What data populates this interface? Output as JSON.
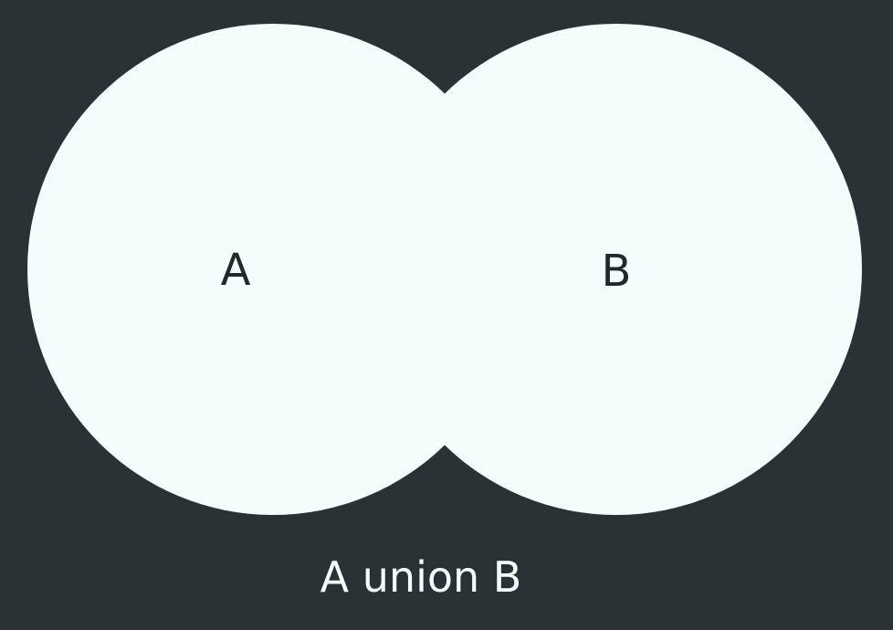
{
  "diagram": {
    "type": "venn",
    "operation": "union",
    "sets": [
      {
        "id": "a",
        "label": "A"
      },
      {
        "id": "b",
        "label": "B"
      }
    ],
    "caption": "A union B"
  },
  "colors": {
    "background": "#2b3235",
    "region_fill": "#f4fdfc",
    "label_text": "#1f2a2c",
    "caption_text": "#f4fdfc"
  }
}
